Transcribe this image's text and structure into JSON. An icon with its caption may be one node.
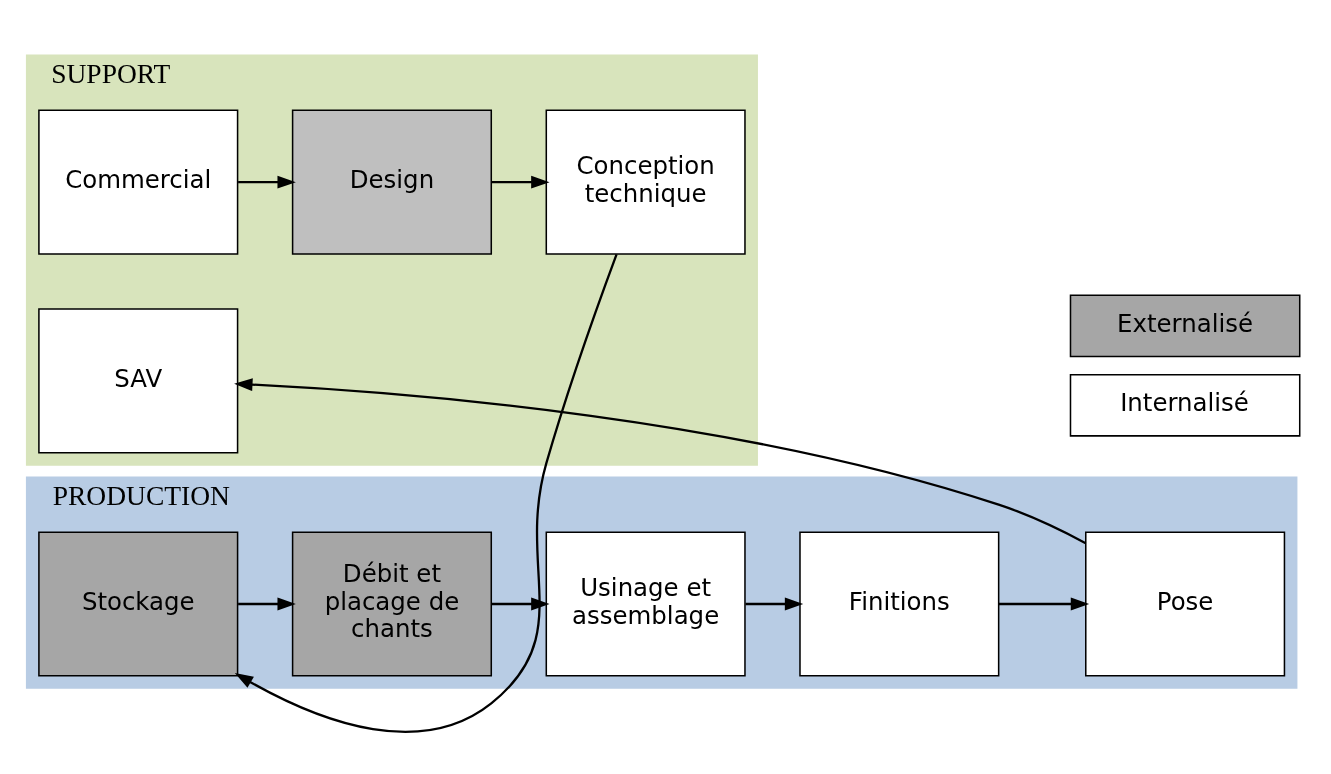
{
  "diagram": {
    "nodes": [
      {
        "text": [
          "SUPPORT"
        ]
      },
      {
        "text": [
          "Commercial"
        ],
        "in": 0
      },
      {
        "text": [
          "Design"
        ],
        "in": 0
      },
      {
        "text": [
          "Conception technique"
        ],
        "in": 0
      },
      {
        "text": [
          "SAV"
        ],
        "in": 0
      },
      {
        "text": [
          "PRODUCTION"
        ]
      },
      {
        "text": [
          "Stockage"
        ],
        "in": 5
      },
      {
        "text": [
          "Débit et placage de chants"
        ],
        "in": 5
      },
      {
        "text": [
          "Usinage et assemblage"
        ],
        "in": 5
      },
      {
        "text": [
          "Finitions"
        ],
        "in": 5
      },
      {
        "text": [
          "Pose"
        ],
        "in": 5
      }
    ],
    "edges": [
      {
        "from": 1,
        "to": 2,
        "arrow": "to"
      },
      {
        "from": 2,
        "to": 3,
        "arrow": "to"
      },
      {
        "from": 3,
        "to": 6,
        "arrow": "to"
      },
      {
        "from": 6,
        "to": 7,
        "arrow": "to"
      },
      {
        "from": 7,
        "to": 8,
        "arrow": "to"
      },
      {
        "from": 8,
        "to": 9,
        "arrow": "to"
      },
      {
        "from": 9,
        "to": 10,
        "arrow": "to"
      },
      {
        "from": 10,
        "to": 4,
        "arrow": "to"
      }
    ],
    "legend": [
      {
        "text": "Externalisé",
        "color": "#a6a6a6"
      },
      {
        "text": "Internalisé",
        "color": "#ffffff"
      }
    ]
  }
}
